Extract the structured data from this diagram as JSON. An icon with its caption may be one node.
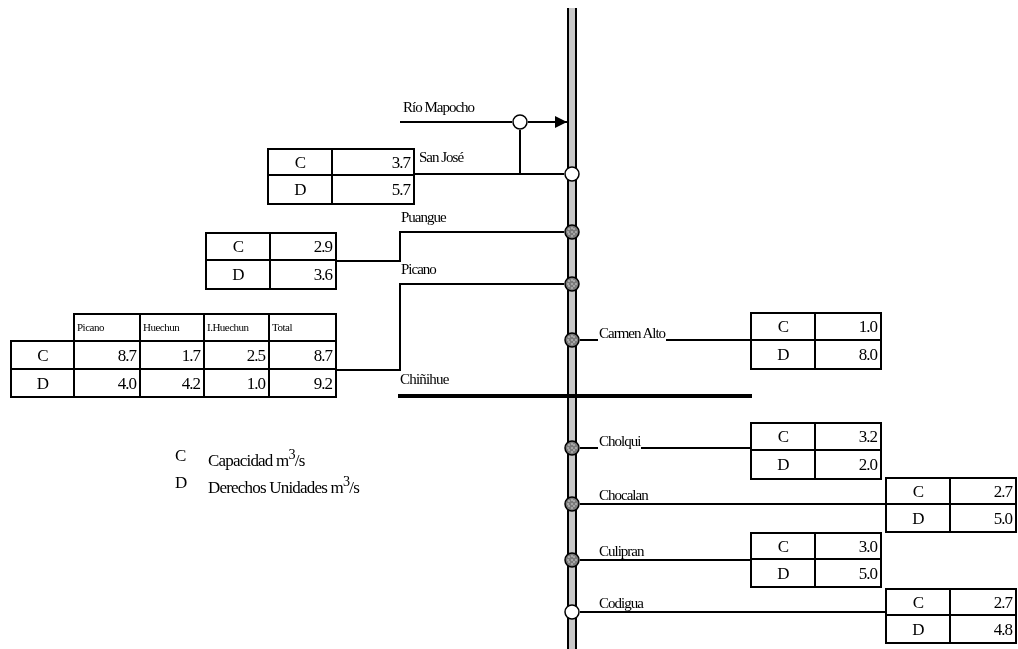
{
  "diagram": {
    "nodes": [
      {
        "text": [],
        "shape": "bar"
      },
      {
        "text": [],
        "shape": "circle"
      },
      {
        "text": [
          "C",
          "3.7",
          "D",
          "5.7"
        ]
      },
      {
        "text": [],
        "shape": "circle"
      },
      {
        "text": [
          "C",
          "2.9",
          "D",
          "3.6"
        ]
      },
      {
        "text": [],
        "shape": "circle"
      },
      {
        "text": [],
        "shape": "circle"
      },
      {
        "text": [
          "Picano",
          "Huechun",
          "I.Huechun",
          "Total",
          "C",
          "8.7",
          "1.7",
          "2.5",
          "8.7",
          "D",
          "4.0",
          "4.2",
          "1.0",
          "9.2"
        ]
      },
      {
        "text": [],
        "shape": "circle"
      },
      {
        "text": [
          "C",
          "1.0",
          "D",
          "8.0"
        ]
      },
      {
        "text": [
          "Chiñihue"
        ]
      },
      {
        "text": [],
        "shape": "circle"
      },
      {
        "text": [
          "C",
          "3.2",
          "D",
          "2.0"
        ]
      },
      {
        "text": [],
        "shape": "circle"
      },
      {
        "text": [
          "C",
          "2.7",
          "D",
          "5.0"
        ]
      },
      {
        "text": [],
        "shape": "circle"
      },
      {
        "text": [
          "C",
          "3.0",
          "D",
          "5.0"
        ]
      },
      {
        "text": [],
        "shape": "circle"
      },
      {
        "text": [
          "C",
          "2.7",
          "D",
          "4.8"
        ]
      }
    ],
    "edges": [
      {
        "from": null,
        "to": 1,
        "arrow": "none",
        "label": "Río Mapocho"
      },
      {
        "from": 1,
        "to": 0,
        "arrow": "to"
      },
      {
        "from": 1,
        "to": 3,
        "arrow": "none"
      },
      {
        "from": 3,
        "to": 2,
        "arrow": "none",
        "label": "San José"
      },
      {
        "from": 5,
        "to": 4,
        "arrow": "none",
        "label": "Puangue"
      },
      {
        "from": 6,
        "to": 7,
        "arrow": "none",
        "label": "Picano"
      },
      {
        "from": 8,
        "to": 9,
        "arrow": "none",
        "label": "Carmen Alto"
      },
      {
        "from": 11,
        "to": 12,
        "arrow": "none",
        "label": "Cholqui"
      },
      {
        "from": 13,
        "to": 14,
        "arrow": "none",
        "label": "Chocalan"
      },
      {
        "from": 15,
        "to": 16,
        "arrow": "none",
        "label": "Culipran"
      },
      {
        "from": 17,
        "to": 18,
        "arrow": "none",
        "label": "Codigua"
      }
    ],
    "labels": [
      "C",
      "Capacidad m$^{3}$/s",
      "D",
      "Derechos Unidades m$^{3}$/s"
    ]
  }
}
